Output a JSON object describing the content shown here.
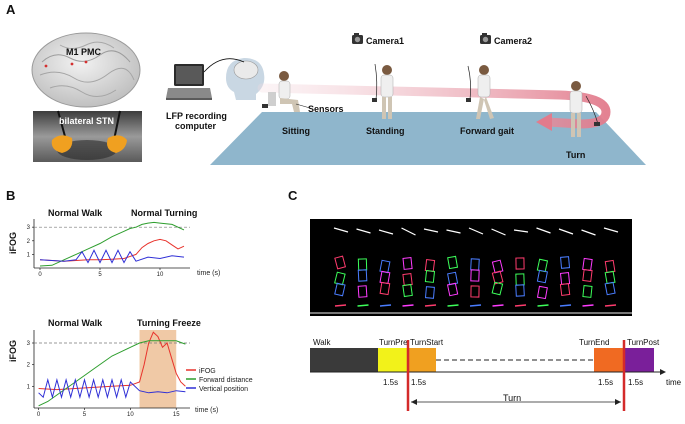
{
  "panel_a": {
    "label": "A",
    "brain_label": "M1 PMC",
    "stn_label": "bilateral STN",
    "computer_label_1": "LFP recording",
    "computer_label_2": "computer",
    "sensors_label": "Sensors",
    "camera1_label": "Camera1",
    "camera2_label": "Camera2",
    "sitting_label": "Sitting",
    "standing_label": "Standing",
    "forward_gait_label": "Forward gait",
    "turn_label": "Turn"
  },
  "panel_b": {
    "label": "B",
    "top": {
      "title_left": "Normal Walk",
      "title_right": "Normal Turning",
      "ylabel": "iFOG",
      "xlabel": "time (s)",
      "xticks": [
        "0",
        "5",
        "10"
      ],
      "yticks": [
        "1",
        "2",
        "3"
      ]
    },
    "bottom": {
      "title_left": "Normal Walk",
      "title_right": "Turning Freeze",
      "ylabel": "iFOG",
      "xlabel": "time (s)",
      "xticks": [
        "0",
        "5",
        "10",
        "15"
      ],
      "yticks": [
        "1",
        "2",
        "3"
      ],
      "legend": [
        "iFOG",
        "Forward distance",
        "Vertical position"
      ]
    }
  },
  "panel_c": {
    "label": "C",
    "segments": [
      "Walk",
      "TurnPre",
      "TurnStart",
      "TurnEnd",
      "TurnPost"
    ],
    "durations": [
      "1.5s",
      "1.5s",
      "1.5s",
      "1.5s"
    ],
    "time_label": "time",
    "turn_label": "Turn"
  },
  "colors": {
    "ifog": "#e8332c",
    "forward": "#2e9e2e",
    "vertical": "#2f2fd6",
    "freeze_shade": "#f0c9a6",
    "walk": "#3a3a3a",
    "turnpre": "#f2f21a",
    "turnstart": "#f0a020",
    "turnend": "#f06a22",
    "turnpost": "#7a1f9a",
    "marker": "#d42a2a",
    "floor": "#8fb6cc"
  },
  "chart_data": [
    {
      "type": "line",
      "title": "",
      "xlabel": "time (s)",
      "ylabel": "iFOG",
      "xlim": [
        -0.5,
        12.5
      ],
      "ylim": [
        0,
        3.6
      ],
      "reference_line": 3,
      "series": [
        {
          "name": "iFOG",
          "x": [
            0,
            1,
            2,
            3,
            4,
            5,
            6,
            7,
            8,
            8.5,
            9,
            9.5,
            10,
            10.5,
            11,
            11.5,
            12
          ],
          "values": [
            0.6,
            0.55,
            0.5,
            0.55,
            0.6,
            0.6,
            0.65,
            0.7,
            1.0,
            1.5,
            1.8,
            2.0,
            2.1,
            2.0,
            1.7,
            1.4,
            1.6
          ]
        },
        {
          "name": "Forward distance",
          "x": [
            0,
            1,
            2,
            3,
            4,
            5,
            6,
            7,
            7.5,
            8,
            8.5,
            9,
            9.5,
            10,
            11,
            12
          ],
          "values": [
            0.15,
            0.2,
            0.6,
            1.0,
            1.4,
            1.8,
            2.3,
            2.7,
            2.9,
            3.0,
            3.2,
            3.3,
            3.35,
            3.3,
            3.2,
            2.8
          ]
        },
        {
          "name": "Vertical position",
          "x": [
            0,
            1,
            2,
            3,
            3.5,
            4,
            4.5,
            5,
            5.5,
            6,
            6.5,
            7,
            7.5,
            8,
            9,
            10,
            11,
            12
          ],
          "values": [
            0.6,
            0.55,
            0.5,
            0.6,
            1.2,
            0.4,
            1.3,
            0.4,
            1.3,
            0.4,
            1.3,
            0.4,
            1.2,
            0.5,
            0.8,
            0.7,
            0.9,
            0.8
          ]
        }
      ]
    },
    {
      "type": "line",
      "title": "",
      "xlabel": "time (s)",
      "ylabel": "iFOG",
      "xlim": [
        -0.5,
        16.5
      ],
      "ylim": [
        0,
        3.6
      ],
      "reference_line": 3,
      "shaded_region": [
        11,
        15
      ],
      "series": [
        {
          "name": "iFOG",
          "x": [
            0,
            2,
            4,
            6,
            8,
            10,
            11,
            11.5,
            12,
            12.5,
            13,
            13.5,
            14,
            14.5,
            15,
            15.5,
            16
          ],
          "values": [
            0.9,
            0.85,
            0.9,
            0.95,
            1.0,
            1.05,
            1.2,
            2.0,
            3.0,
            3.5,
            3.3,
            2.8,
            3.0,
            2.3,
            1.6,
            1.2,
            1.0
          ]
        },
        {
          "name": "Forward distance",
          "x": [
            0,
            1,
            2,
            3,
            4,
            5,
            6,
            7,
            8,
            9,
            10,
            11,
            12,
            13,
            14,
            15,
            16
          ],
          "values": [
            0.1,
            0.3,
            0.6,
            0.9,
            1.2,
            1.5,
            1.8,
            2.1,
            2.4,
            2.6,
            2.8,
            3.0,
            3.1,
            3.1,
            3.1,
            3.1,
            2.95
          ]
        },
        {
          "name": "Vertical position",
          "x": [
            0,
            0.5,
            1,
            1.5,
            2,
            2.5,
            3,
            3.5,
            4,
            4.5,
            5,
            5.5,
            6,
            6.5,
            7,
            7.5,
            8,
            8.5,
            9,
            9.5,
            10,
            11,
            12,
            13,
            14,
            15,
            16
          ],
          "values": [
            0.7,
            0.5,
            1.3,
            0.5,
            1.3,
            0.5,
            1.3,
            0.5,
            1.3,
            0.5,
            1.3,
            0.5,
            1.3,
            0.5,
            1.3,
            0.5,
            1.3,
            0.5,
            1.3,
            0.5,
            1.2,
            0.8,
            0.7,
            0.75,
            0.7,
            0.8,
            0.75
          ]
        }
      ]
    }
  ]
}
